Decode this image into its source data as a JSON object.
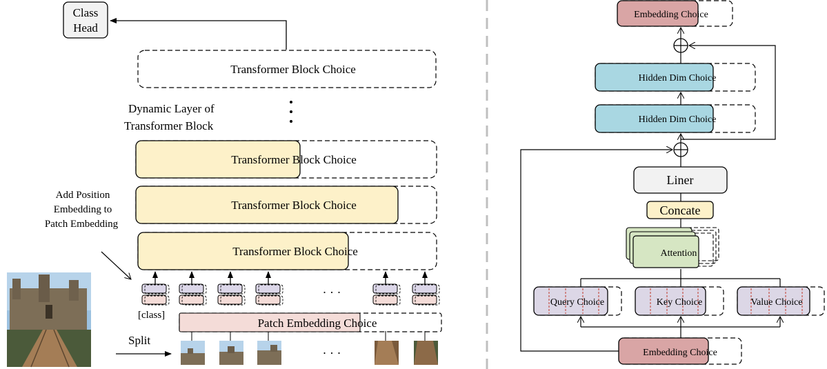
{
  "left": {
    "class_head": [
      "Class",
      "Head"
    ],
    "top_block": "Transformer Block Choice",
    "dynamic_layer": [
      "Dynamic Layer of",
      "Transformer Block"
    ],
    "blocks": [
      "Transformer Block Choice",
      "Transformer Block Choice",
      "Transformer Block Choice"
    ],
    "add_position": [
      "Add Position",
      "Embedding to",
      "Patch Embedding"
    ],
    "class_label": "[class]",
    "patch_embedding": "Patch Embedding Choice",
    "split": "Split",
    "ellipsis": "· · ·"
  },
  "right": {
    "embedding_top": "Embedding Choice",
    "hidden_dim_1": "Hidden Dim Choice",
    "hidden_dim_2": "Hidden Dim Choice",
    "liner": "Liner",
    "concate": "Concate",
    "attention": "Attention",
    "query": "Query Choice",
    "key": "Key Choice",
    "value": "Value Choice",
    "embedding_bottom": "Embedding Choice"
  },
  "colors": {
    "yellow": "#fdf1c9",
    "patch_pink": "#f4dcd8",
    "class_pink_dark": "#e8cdd2",
    "class_purple": "#dcd7e9",
    "embedding_red": "#d9a5a5",
    "hidden_blue": "#a9d7e2",
    "attention_green": "#d6e6c3",
    "qkv_purple": "#dcd7e6",
    "liner_gray": "#f2f2f2",
    "concate_yellow": "#fdf1c9",
    "divider_gray": "#bfbfbf"
  }
}
